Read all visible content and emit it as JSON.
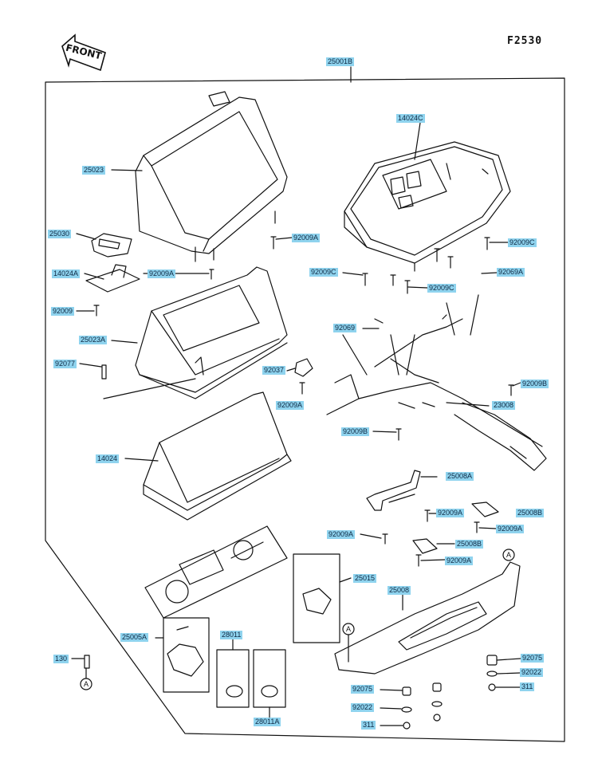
{
  "diagram": {
    "code": "F2530",
    "front_label": "FRONT",
    "callout_markers": [
      "A",
      "A",
      "A"
    ],
    "parts": {
      "p25001B": "25001B",
      "p14024C": "14024C",
      "p25023": "25023",
      "p25030": "25030",
      "p92009A_1": "92009A",
      "p92009C_1": "92009C",
      "p14024A": "14024A",
      "p92009A_2": "92009A",
      "p92009C_2": "92009C",
      "p92069A": "92069A",
      "p92009C_3": "92009C",
      "p92009_1": "92009",
      "p92069": "92069",
      "p25023A": "25023A",
      "p92077": "92077",
      "p92037": "92037",
      "p92009B_1": "92009B",
      "p92009A_3": "92009A",
      "p23008": "23008",
      "p92009B_2": "92009B",
      "p14024": "14024",
      "p25008A": "25008A",
      "p92009A_4": "92009A",
      "p25008B_1": "25008B",
      "p92009A_5": "92009A",
      "p92009A_6": "92009A",
      "p25008B_2": "25008B",
      "p92009A_7": "92009A",
      "p25015": "25015",
      "p25008": "25008",
      "p25005A": "25005A",
      "p28011": "28011",
      "p130": "130",
      "p92075_1": "92075",
      "p92022_1": "92022",
      "p311_1": "311",
      "p92075_2": "92075",
      "p92022_2": "92022",
      "p311_2": "311",
      "p28011A": "28011A"
    }
  }
}
